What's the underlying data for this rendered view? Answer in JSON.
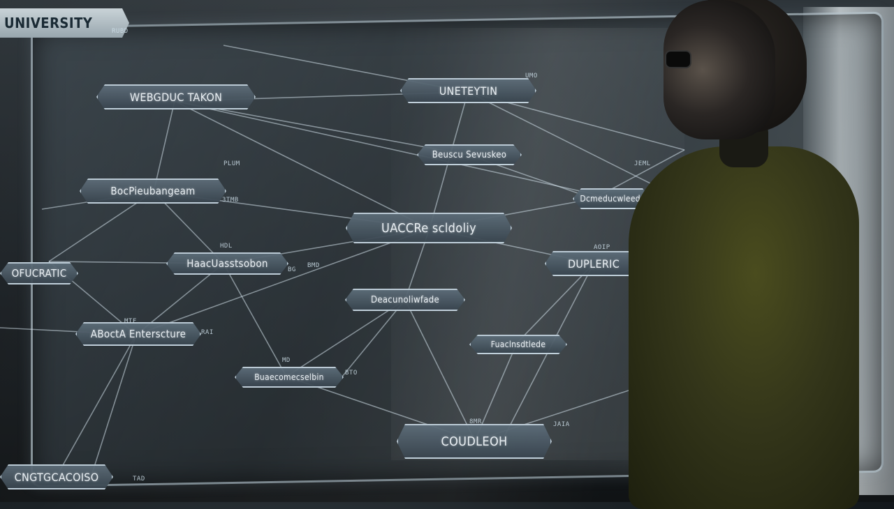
{
  "scene": {
    "description_colors": {
      "screen_edge": "#c8d8e2",
      "node_fill": "#4c5c68",
      "shirt": "#3a3c1a"
    }
  },
  "banner": {
    "label": "UNIVERSITY"
  },
  "nodes": [
    {
      "label": "WEBGDUC TAKON"
    },
    {
      "label": "UNETEYTIN"
    },
    {
      "label": "Beuscu Sevuskeo"
    },
    {
      "label": "BocPieubangeam"
    },
    {
      "label": "Dcmeducwleedr"
    },
    {
      "label": "UACCRe scldoliy"
    },
    {
      "label": "HaacUasstsobon"
    },
    {
      "label": "OFUCRATIC"
    },
    {
      "label": "DUPLERIC"
    },
    {
      "label": "Deacunoliwfade"
    },
    {
      "label": "ABoctA Enterscture"
    },
    {
      "label": "Fuaclnsdtlede"
    },
    {
      "label": "Buaecomecselbin"
    },
    {
      "label": "COUDLEOH"
    },
    {
      "label": "CNGTGCACOISO"
    }
  ],
  "tags": [
    "RUBD",
    "PLUM",
    "3TMB",
    "HDL",
    "BG",
    "BMD",
    "MTF",
    "RAI",
    "MD",
    "BTO",
    "8MR",
    "JAIA",
    "UMO",
    "JEML",
    "AOIP",
    "TAD"
  ]
}
